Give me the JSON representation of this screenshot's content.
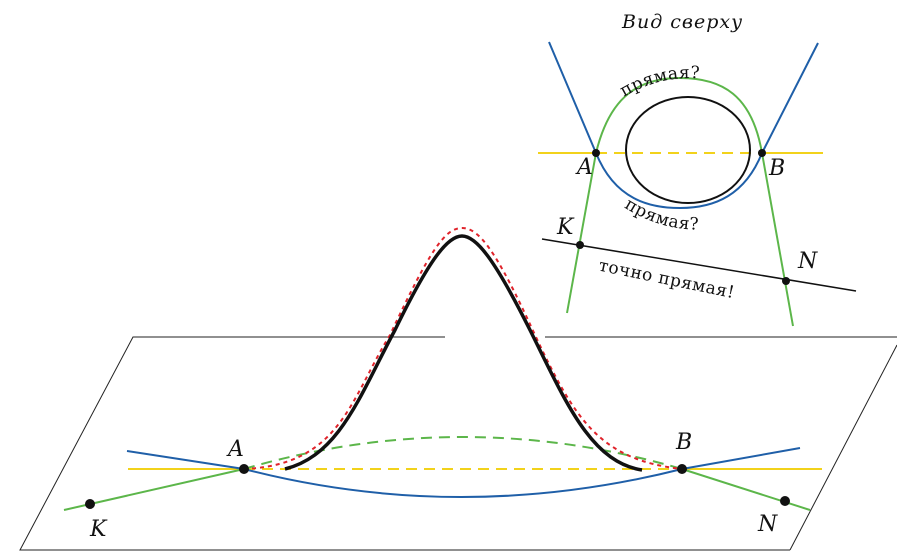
{
  "colors": {
    "blue": "#1f5fa8",
    "green": "#5cb64a",
    "yellow": "#f2d21b",
    "red": "#e0232b",
    "black": "#111111",
    "plane": "#222222"
  },
  "main": {
    "points": {
      "A": "A",
      "B": "B",
      "K": "K",
      "N": "N"
    }
  },
  "top_view": {
    "title": "Вид сверху",
    "points": {
      "A": "A",
      "B": "B",
      "K": "K",
      "N": "N"
    },
    "label_upper": "прямая?",
    "label_lower": "прямая?",
    "label_straight": "точно прямая!"
  }
}
